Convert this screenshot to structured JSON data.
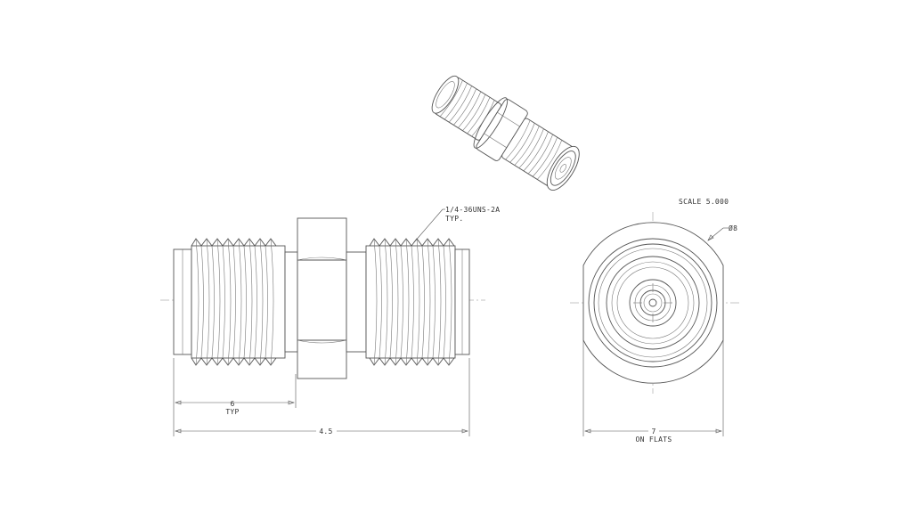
{
  "annotations": {
    "thread_callout_line1": "1/4-36UNS-2A",
    "thread_callout_line2": "TYP.",
    "scale_label": "SCALE 5.000",
    "diameter_label": "Ø8",
    "dim_thread_length": "6",
    "dim_thread_length_note": "TYP",
    "dim_overall_length": "4.5",
    "dim_flats": "7",
    "dim_flats_note": "ON FLATS"
  },
  "icons": [
    "sma-adapter-isometric",
    "side-view",
    "end-view"
  ]
}
